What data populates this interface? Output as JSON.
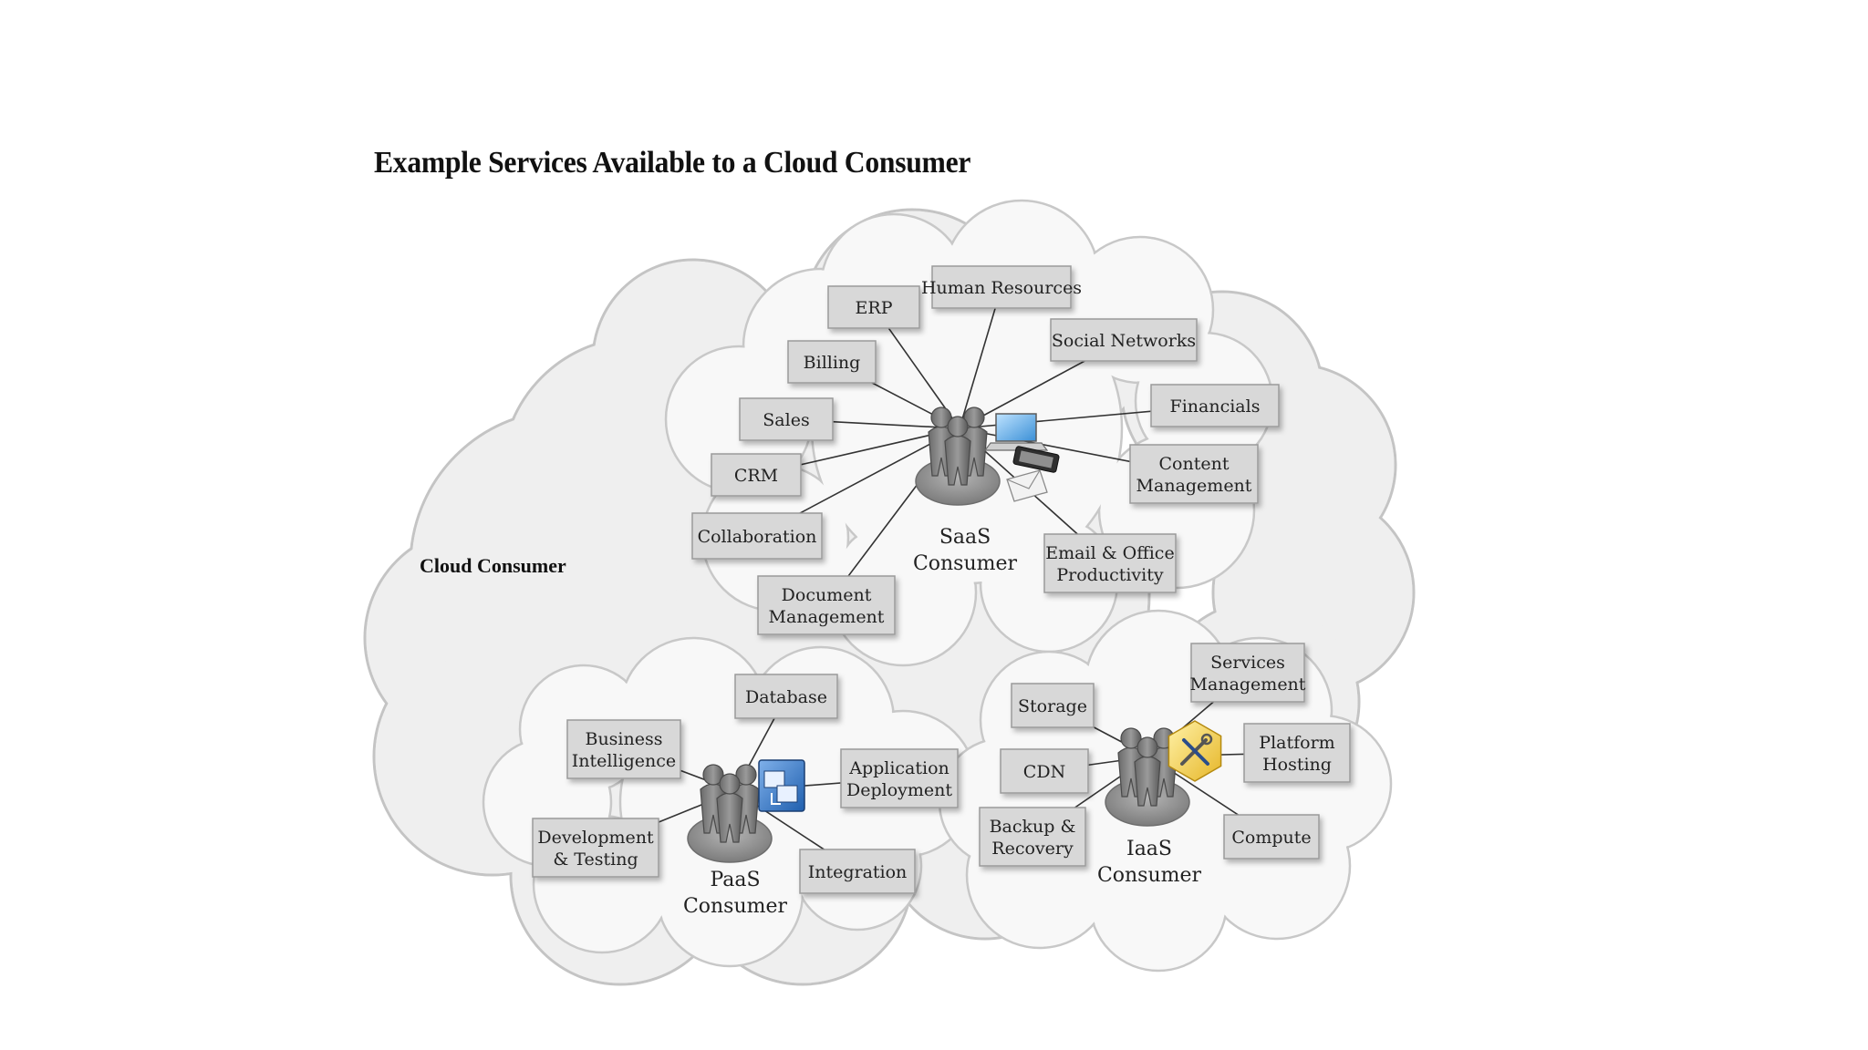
{
  "title": "Example Services Available to a Cloud Consumer",
  "cloud_label": "Cloud Consumer",
  "colors": {
    "cloud_fill": "#efefef",
    "inner_cloud_fill": "#f7f7f7",
    "cloud_stroke": "#c4c4c4",
    "box_fill": "#d8d8d8",
    "box_stroke": "#9a9a9a",
    "line": "#333333",
    "text": "#222222"
  },
  "saas": {
    "caption": [
      "SaaS",
      "Consumer"
    ],
    "icon": "user-group-icon",
    "device_icons": [
      "laptop-icon",
      "phone-icon",
      "envelope-icon"
    ],
    "services": [
      [
        "ERP"
      ],
      [
        "Human Resources"
      ],
      [
        "Social Networks"
      ],
      [
        "Billing"
      ],
      [
        "Sales"
      ],
      [
        "Financials"
      ],
      [
        "CRM"
      ],
      [
        "Content",
        "Management"
      ],
      [
        "Collaboration"
      ],
      [
        "Email & Office",
        "Productivity"
      ],
      [
        "Document",
        "Management"
      ]
    ]
  },
  "paas": {
    "caption": [
      "PaaS",
      "Consumer"
    ],
    "icon": "user-group-icon",
    "device_icons": [
      "application-window-icon"
    ],
    "services": [
      [
        "Database"
      ],
      [
        "Business",
        "Intelligence"
      ],
      [
        "Application",
        "Deployment"
      ],
      [
        "Development",
        "& Testing"
      ],
      [
        "Integration"
      ]
    ]
  },
  "iaas": {
    "caption": [
      "IaaS",
      "Consumer"
    ],
    "icon": "user-group-icon",
    "device_icons": [
      "server-tools-icon"
    ],
    "services": [
      [
        "Storage"
      ],
      [
        "Services",
        "Management"
      ],
      [
        "CDN"
      ],
      [
        "Platform",
        "Hosting"
      ],
      [
        "Backup &",
        "Recovery"
      ],
      [
        "Compute"
      ]
    ]
  }
}
